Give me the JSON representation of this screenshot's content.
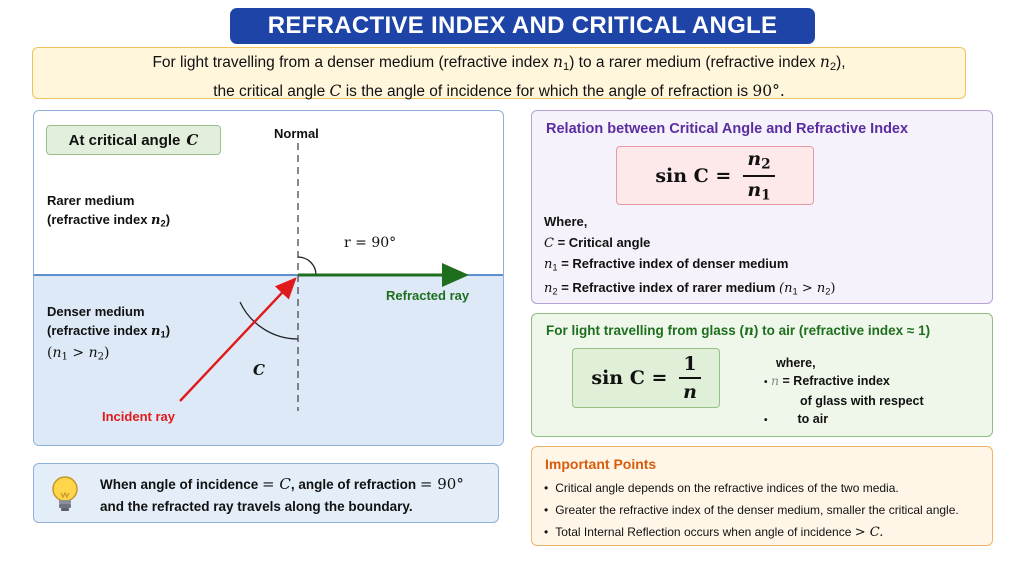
{
  "title": "REFRACTIVE INDEX AND CRITICAL ANGLE",
  "intro": {
    "l1_a": "For light travelling from a denser medium (refractive index ",
    "n": "n",
    "sub1": "1",
    "l1_b": ") to a rarer medium (refractive index ",
    "sub2": "2",
    "l1_c": "),",
    "l2_a": "the critical angle ",
    "C": "C",
    "l2_b": " is the angle of incidence for which the angle of refraction is ",
    "l2_c": "90°."
  },
  "diagram": {
    "tag_text": "At critical angle",
    "tag_var": "C",
    "normal_label": "Normal",
    "rarer_l1": "Rarer medium",
    "rarer_l2": "(refractive index ",
    "n": "n",
    "sub1": "1",
    "sub2": "2",
    "close": ")",
    "denser_l1": "Denser medium",
    "denser_l2": "(refractive index ",
    "cond_open": "(",
    "cond_gt": " > ",
    "cond_close": ")",
    "r_label": "r = 90°",
    "c_label": "C",
    "refracted_label": "Refracted ray",
    "incident_label": "Incident ray",
    "colors": {
      "boundary": "#2e6fc0",
      "incident": "#e01a1a",
      "refracted": "#1e6e1e",
      "normal": "#555555"
    }
  },
  "insight": {
    "icon": "light-bulb-icon",
    "l1_a": "When angle of incidence ",
    "eqC": "= C",
    "l1_b": ", angle of refraction ",
    "eq90": "= 90°",
    "l2": "and the refracted ray travels along the boundary."
  },
  "relation": {
    "header": "Relation between Critical Angle and Refractive Index",
    "formula_lhs": "sin C =",
    "num_n": "n",
    "num_sub": "2",
    "den_n": "n",
    "den_sub": "1",
    "where": "Where,",
    "d1_sym": "C",
    "d1_text": " = Critical angle",
    "d2_sym": "n",
    "d2_sub": "1",
    "d2_text": " = Refractive index of denser medium",
    "d3_sym": "n",
    "d3_sub": "2",
    "d3_text": " = Refractive index of rarer medium ",
    "d3_cond": "(n",
    "d3_cond_gt": " > n",
    "d3_cond_close": ")",
    "s1": "1",
    "s2": "2"
  },
  "glass": {
    "header_a": "For light travelling from glass (",
    "header_n": "n",
    "header_b": ") to air (refractive index ≈ 1)",
    "formula_lhs": "sin C =",
    "num": "1",
    "den": "n",
    "where": "where,",
    "bullet": "•",
    "n_sym": "n",
    "desc1": " = Refractive index",
    "desc2": "of glass with respect",
    "desc3": "to air"
  },
  "points": {
    "header": "Important Points",
    "items": [
      "Critical angle depends on the refractive indices of the two media.",
      "Greater the refractive index of the denser medium, smaller the critical angle.",
      "Total Internal Reflection occurs when angle of incidence "
    ],
    "gtC": "> C.",
    "bullet": "•"
  }
}
